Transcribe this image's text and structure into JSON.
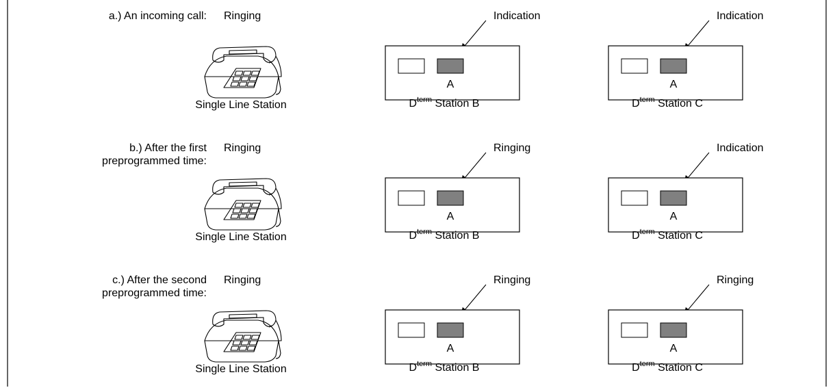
{
  "colors": {
    "line": "#000000",
    "key_off": "#ffffff",
    "key_lit": "#808080",
    "background": "#ffffff"
  },
  "icons": {
    "phone": "desk-telephone-icon"
  },
  "sections": [
    {
      "label_line1": "a.) An incoming call:",
      "label_line2": "",
      "phone_status": "Ringing",
      "phone_caption": "Single Line Station",
      "stations": [
        {
          "status": "Indication",
          "key_label": "A",
          "caption_prefix": "D",
          "caption_sup": "term",
          "caption_suffix": " Station B",
          "lit": true
        },
        {
          "status": "Indication",
          "key_label": "A",
          "caption_prefix": "D",
          "caption_sup": "term",
          "caption_suffix": " Station C",
          "lit": true
        }
      ]
    },
    {
      "label_line1": "b.) After the first",
      "label_line2": "preprogrammed time:",
      "phone_status": "Ringing",
      "phone_caption": "Single Line Station",
      "stations": [
        {
          "status": "Ringing",
          "key_label": "A",
          "caption_prefix": "D",
          "caption_sup": "term",
          "caption_suffix": " Station B",
          "lit": true
        },
        {
          "status": "Indication",
          "key_label": "A",
          "caption_prefix": "D",
          "caption_sup": "term",
          "caption_suffix": " Station C",
          "lit": true
        }
      ]
    },
    {
      "label_line1": "c.) After the second",
      "label_line2": "preprogrammed time:",
      "phone_status": "Ringing",
      "phone_caption": "Single Line Station",
      "stations": [
        {
          "status": "Ringing",
          "key_label": "A",
          "caption_prefix": "D",
          "caption_sup": "term",
          "caption_suffix": " Station B",
          "lit": true
        },
        {
          "status": "Ringing",
          "key_label": "A",
          "caption_prefix": "D",
          "caption_sup": "term",
          "caption_suffix": " Station C",
          "lit": true
        }
      ]
    }
  ]
}
